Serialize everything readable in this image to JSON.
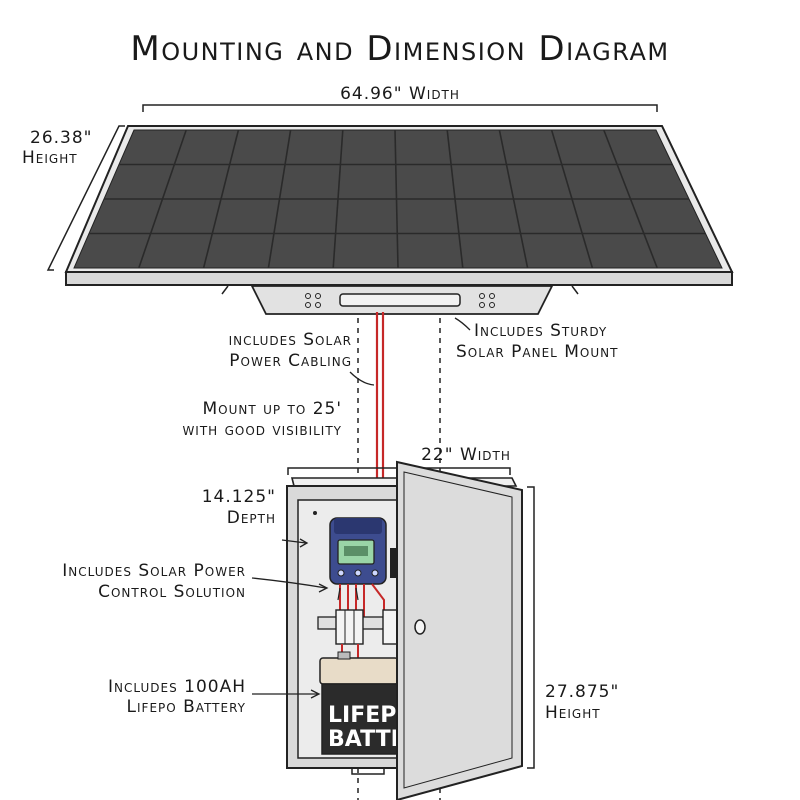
{
  "title": "Mounting and Dimension Diagram",
  "panel": {
    "width_label": "64.96\" Width",
    "height_label_line1": "26.38\"",
    "height_label_line2": "Height"
  },
  "callouts": {
    "cabling_line1": "includes Solar",
    "cabling_line2": "Power Cabling",
    "mount_line1": "Includes Sturdy",
    "mount_line2": "Solar Panel Mount",
    "height_line1": "Mount up to 25'",
    "height_line2": "with good visibility",
    "control_line1": "Includes Solar Power",
    "control_line2": "Control Solution",
    "battery_line1": "Includes 100AH",
    "battery_line2": "Lifepo Battery"
  },
  "enclosure": {
    "width_label": "22\" Width",
    "depth_line1": "14.125\"",
    "depth_line2": "Depth",
    "height_line1": "27.875\"",
    "height_line2": "Height",
    "battery_text_line1": "LIFEPO",
    "battery_text_line2": "BATTER"
  },
  "colors": {
    "panel_cell": "#4a4a4a",
    "panel_frame": "#e6e6e6",
    "enclosure": "#d9d9d9",
    "controller": "#3d4c8f",
    "cable_red": "#c62828",
    "battery_top": "#e8dcc8",
    "battery_body": "#2b2b2b"
  }
}
